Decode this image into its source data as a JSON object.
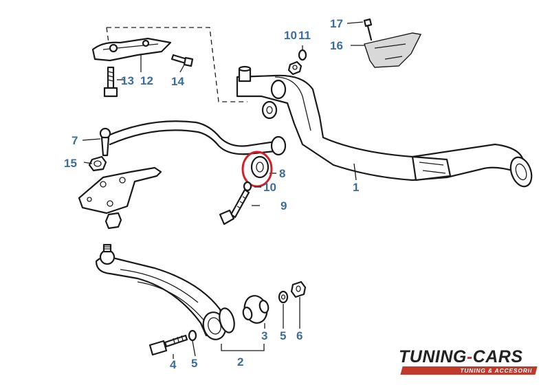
{
  "diagram": {
    "callouts": [
      {
        "id": "1",
        "label": "1"
      },
      {
        "id": "2",
        "label": "2"
      },
      {
        "id": "3",
        "label": "3"
      },
      {
        "id": "4",
        "label": "4"
      },
      {
        "id": "5a",
        "label": "5"
      },
      {
        "id": "5b",
        "label": "5"
      },
      {
        "id": "6",
        "label": "6"
      },
      {
        "id": "7",
        "label": "7"
      },
      {
        "id": "8",
        "label": "8"
      },
      {
        "id": "9",
        "label": "9"
      },
      {
        "id": "10a",
        "label": "10"
      },
      {
        "id": "10b",
        "label": "10"
      },
      {
        "id": "11",
        "label": "11"
      },
      {
        "id": "12",
        "label": "12"
      },
      {
        "id": "13",
        "label": "13"
      },
      {
        "id": "14",
        "label": "14"
      },
      {
        "id": "15",
        "label": "15"
      },
      {
        "id": "16",
        "label": "16"
      },
      {
        "id": "17",
        "label": "17"
      }
    ],
    "highlight_color": "#d0212a",
    "callout_color": "#3a6d9c",
    "highlighted_part": "8"
  },
  "logo": {
    "main_a": "TUNING",
    "main_dash": "-",
    "main_b": "CARS",
    "subtitle": "TUNING & ACCESORII",
    "brand_color": "#c0392b"
  }
}
